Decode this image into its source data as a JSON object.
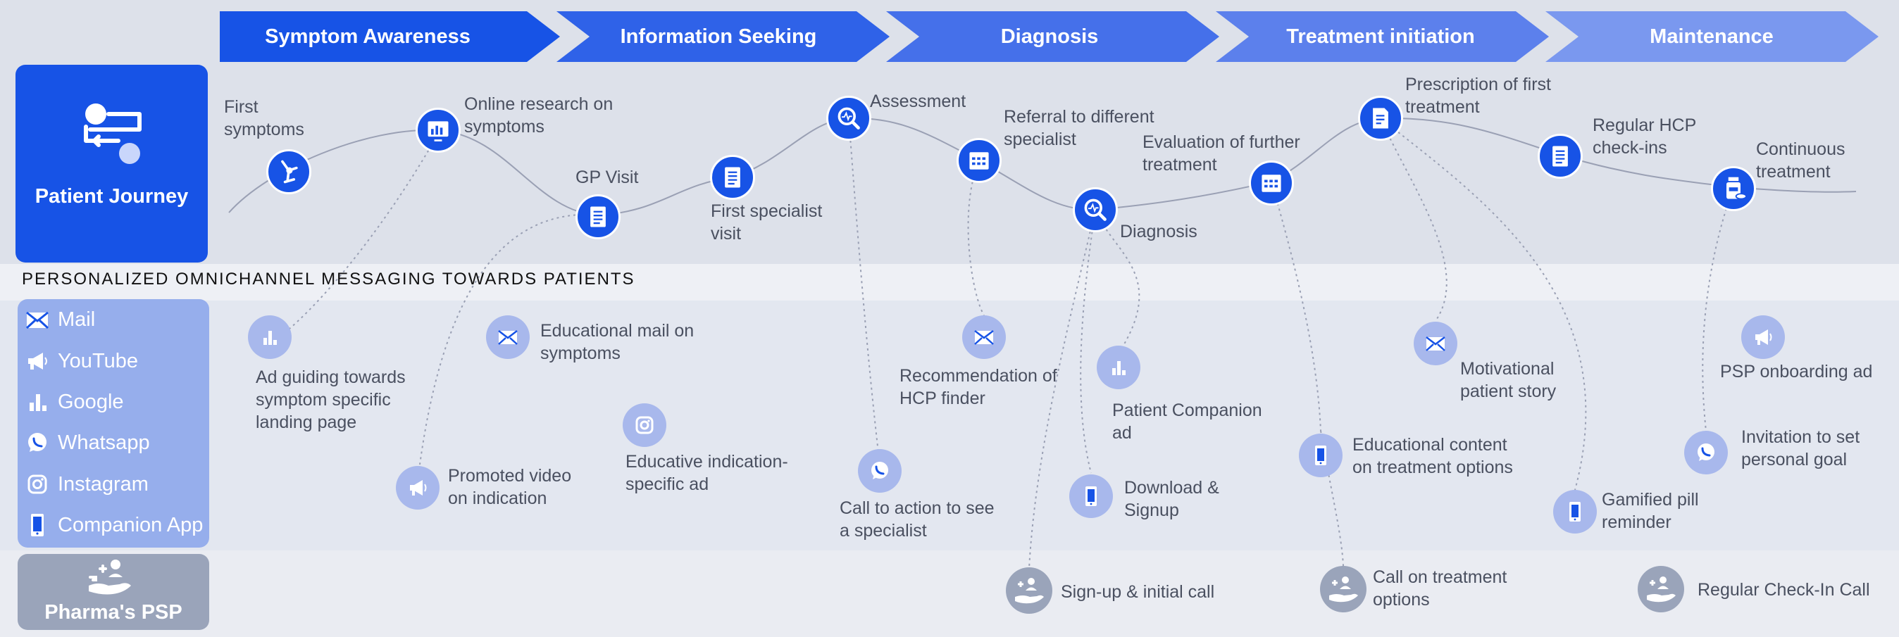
{
  "stages": [
    "Symptom Awareness",
    "Information Seeking",
    "Diagnosis",
    "Treatment initiation",
    "Maintenance"
  ],
  "patient_journey": {
    "title": "Patient Journey",
    "icon": "flow-icon",
    "touchpoints": {
      "first_symptoms": "First symptoms",
      "online_research": "Online research on symptoms",
      "gp_visit": "GP Visit",
      "first_specialist": "First specialist visit",
      "assessment": "Assessment",
      "referral": "Referral to different specialist",
      "diagnosis": "Diagnosis",
      "evaluation": "Evaluation of further treatment",
      "prescription": "Prescription of first treatment",
      "regular_checkins": "Regular HCP check-ins",
      "continuous": "Continuous treatment"
    }
  },
  "messaging": {
    "heading": "PERSONALIZED OMNICHANNEL MESSAGING TOWARDS PATIENTS",
    "channels": [
      {
        "label": "Mail",
        "icon": "mail-icon"
      },
      {
        "label": "YouTube",
        "icon": "megaphone-icon"
      },
      {
        "label": "Google",
        "icon": "bar-chart-icon"
      },
      {
        "label": "Whatsapp",
        "icon": "whatsapp-icon"
      },
      {
        "label": "Instagram",
        "icon": "instagram-icon"
      },
      {
        "label": "Companion App",
        "icon": "phone-icon"
      }
    ],
    "items": {
      "ad_guiding": "Ad guiding towards symptom specific landing page",
      "educational_mail": "Educational mail on symptoms",
      "promoted_video": "Promoted video on indication",
      "educative_ad": "Educative indication-specific ad",
      "call_to_action": "Call to action to see a specialist",
      "recommendation": "Recommendation of HCP finder",
      "companion_ad": "Patient Companion ad",
      "download_signup": "Download & Signup",
      "motivational": "Motivational patient story",
      "educational_content": "Educational content on treatment options",
      "gamified": "Gamified pill reminder",
      "psp_onboarding": "PSP onboarding ad",
      "invitation": "Invitation to set personal goal"
    }
  },
  "psp": {
    "title": "Pharma's PSP",
    "icon": "care-hand-icon",
    "items": {
      "signup_call": "Sign-up & initial call",
      "call_treatment": "Call on treatment options",
      "checkin": "Regular Check-In Call"
    }
  },
  "colors": {
    "primary": "#1753e6",
    "stage_gradient": [
      "#1753e6",
      "#2f62e8",
      "#4570ea",
      "#5c80ec",
      "#7a98ef"
    ],
    "channel_panel": "#96aeec",
    "psp_panel": "#9aa4ba",
    "journey_band": "#dde1ea",
    "message_band": "#e3e7f0"
  }
}
